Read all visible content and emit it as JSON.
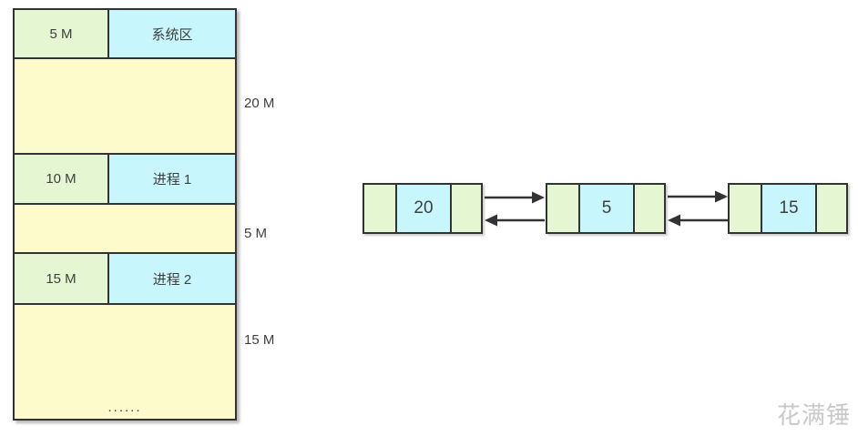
{
  "diagram": {
    "title_hint": "dynamic partition memory allocation with free-block doubly linked list",
    "memory_map": {
      "rows": [
        {
          "type": "allocated",
          "size": "5 M",
          "label": "系统区"
        },
        {
          "type": "free",
          "side_label": "20 M"
        },
        {
          "type": "allocated",
          "size": "10 M",
          "label": "进程 1"
        },
        {
          "type": "free",
          "side_label": "5 M"
        },
        {
          "type": "allocated",
          "size": "15 M",
          "label": "进程 2"
        },
        {
          "type": "free",
          "side_label": "15 M",
          "ellipsis": "......"
        }
      ]
    },
    "free_list": {
      "nodes": [
        {
          "value": "20"
        },
        {
          "value": "5"
        },
        {
          "value": "15"
        }
      ]
    },
    "watermark": "花满锤",
    "colors": {
      "alloc_size_fill": "#e4f7d2",
      "alloc_label_fill": "#c7f6fc",
      "free_fill": "#fdfacc",
      "border": "#333333",
      "text": "#3f3f3f",
      "watermark": "#c9c9c9"
    }
  }
}
